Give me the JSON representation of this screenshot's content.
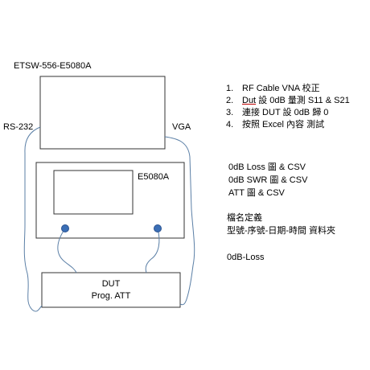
{
  "diagram": {
    "title": "ETSW-556-E5080A",
    "left_port": "RS-232",
    "right_port": "VGA",
    "instrument_label": "E5080A",
    "dut_line1": "DUT",
    "dut_line2": "Prog. ATT",
    "colors": {
      "stroke": "#333333",
      "cable": "#5b7fa6",
      "port": "#3b6fb6"
    }
  },
  "steps": [
    {
      "num": "1.",
      "text": "RF Cable  VNA 校正"
    },
    {
      "num": "2.",
      "text_u": "Dut",
      "text": " 設 0dB   量測 S11 & S21"
    },
    {
      "num": "3.",
      "text": "連接 DUT 設 0dB  歸 0"
    },
    {
      "num": "4.",
      "text": "按照 Excel 內容 測試"
    }
  ],
  "outputs": [
    "0dB Loss 圖 & CSV",
    "0dB SWR 圖 & CSV",
    "ATT 圖 & CSV"
  ],
  "naming": {
    "heading": "檔名定義",
    "pattern": "型號-序號-日期-時間  資料夾"
  },
  "example_name": "0dB-Loss"
}
